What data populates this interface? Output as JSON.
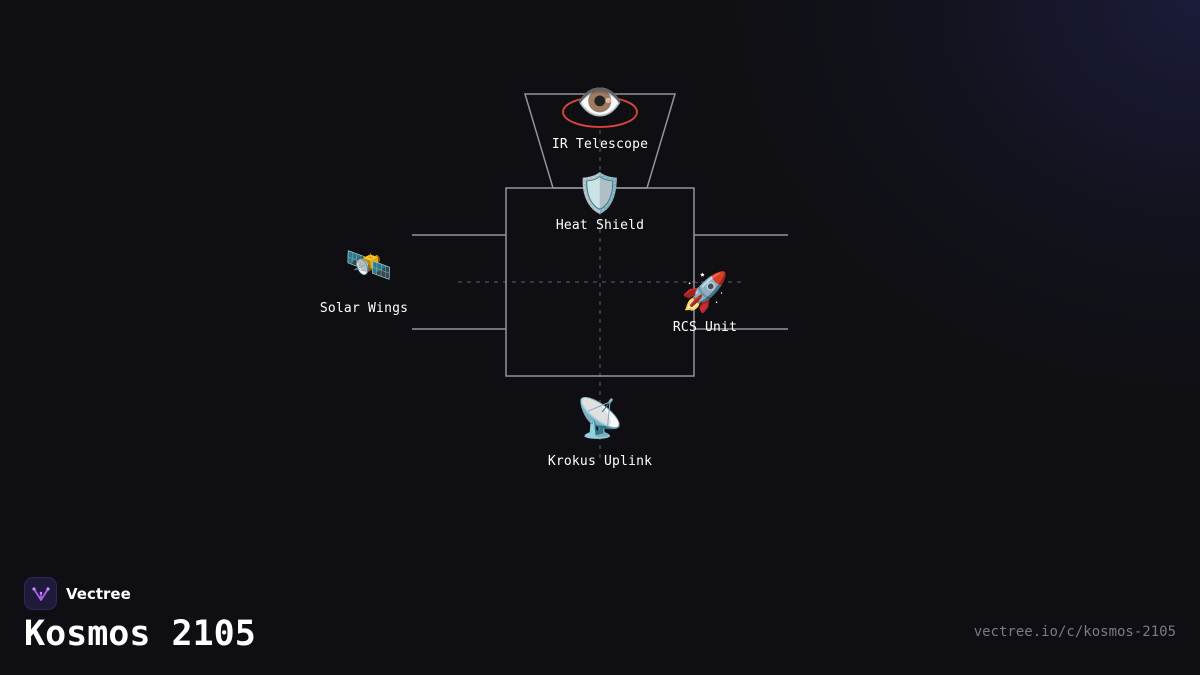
{
  "brand": {
    "name": "Vectree",
    "logo_icon": "vectree-logo-icon"
  },
  "design": {
    "title": "Kosmos 2105",
    "url": "vectree.io/c/kosmos-2105"
  },
  "parts": [
    {
      "id": "ir-telescope",
      "label": "IR Telescope",
      "icon": "eye-icon",
      "glyph": "👁️"
    },
    {
      "id": "heat-shield",
      "label": "Heat Shield",
      "icon": "shield-icon",
      "glyph": "🛡️"
    },
    {
      "id": "solar-wings",
      "label": "Solar Wings",
      "icon": "satellite-icon",
      "glyph": "🛰️"
    },
    {
      "id": "rcs-unit",
      "label": "RCS Unit",
      "icon": "rocket-icon",
      "glyph": "🚀"
    },
    {
      "id": "krokus-uplink",
      "label": "Krokus Uplink",
      "icon": "satellite-dish-icon",
      "glyph": "📡"
    }
  ],
  "colors": {
    "background": "#0f0f13",
    "outline": "#8e959c",
    "highlight_ring": "#e0453d",
    "label": "#ffffff",
    "url": "#7a7a82",
    "logo_accent": "#b25cf0"
  }
}
